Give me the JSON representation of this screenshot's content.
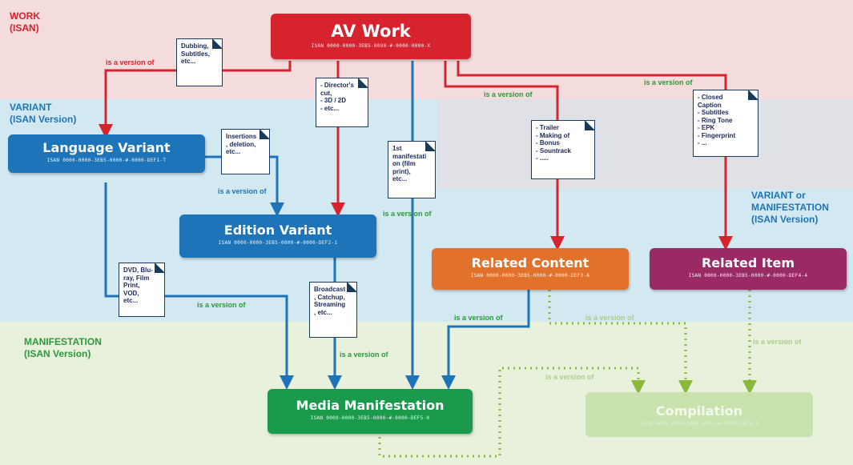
{
  "colors": {
    "work_band": "#f5dcdc",
    "variant_band": "#d3e9f2",
    "overlap_band": "#dfe1e6",
    "manifestation_band": "#e8f1dc",
    "red": "#d7232e",
    "blue": "#1d74b8",
    "orange": "#e2712b",
    "purple": "#9a2a66",
    "green": "#1a9a4c",
    "light_green": "#c8e3ad",
    "dotted_green": "#8cb83c",
    "label_red": "#d7232e",
    "label_blue": "#1d74b8",
    "label_green": "#2a9a3a",
    "faded_green": "#a9cf8a"
  },
  "bands": {
    "work": "WORK\n(ISAN)",
    "variant": "VARIANT\n(ISAN Version)",
    "variant_or_manifestation": "VARIANT or\nMANIFESTATION\n(ISAN Version)",
    "manifestation": "MANIFESTATION\n(ISAN Version)"
  },
  "nodes": {
    "av_work": {
      "title": "AV Work",
      "code": "ISAN 0000-0000-3EB5-0000-#-0000-0000-X"
    },
    "language_variant": {
      "title": "Language Variant",
      "code": "ISAN 0000-0000-3EB5-0000-#-0000-DEF1-T"
    },
    "edition_variant": {
      "title": "Edition Variant",
      "code": "ISAN 0000-0000-3EB5-0000-#-0000-DEF2-1"
    },
    "related_content": {
      "title": "Related Content",
      "code": "ISAN 0000-0000-3EB5-0000-#-0000-DEF3-A"
    },
    "related_item": {
      "title": "Related Item",
      "code": "ISAN 0000-0000-3EB5-0000-#-0000-DEF4-4"
    },
    "media_manifestation": {
      "title": "Media Manifestation",
      "code": "ISAN 0000-0000-3EB5-0000-#-0000-DEF5-0"
    },
    "compilation": {
      "title": "Compilation",
      "code": "ISAN 0000-0000-3EB6-0000-#-0000-DEF6-9"
    }
  },
  "notes": {
    "dubbing": "Dubbing,\nSubtitles,\netc...",
    "directors_cut": "- Director's\ncut,\n- 3D / 2D\n- etc...",
    "insertions": "Insertions\n, deletion,\netc...",
    "first_manifestation": "1st\nmanifestati\non (film\nprint),\netc...",
    "trailer": "- Trailer\n- Making of\n- Bonus\n- Sountrack\n- .....",
    "closed_caption": "- Closed\nCaption\n- Subtitles\n- Ring Tone\n- EPK\n- Fingerprint\n- ...",
    "dvd": "DVD, Blu-\nray, Film\nPrint,\nVOD,\netc...",
    "broadcast": "Broadcast\n, Catchup,\nStreaming\n, etc..."
  },
  "relation_label": "is a version of"
}
